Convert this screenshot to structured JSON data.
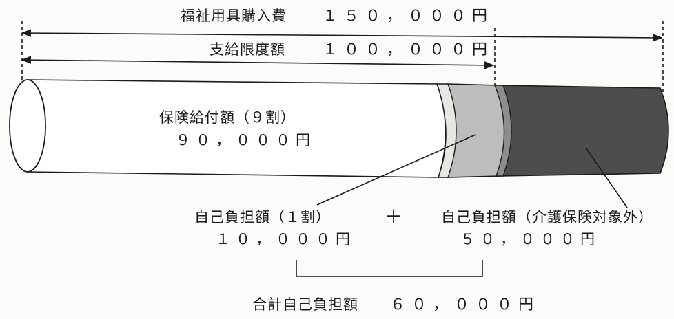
{
  "labels": {
    "purchase_cost": {
      "name": "福祉用具購入費",
      "amount": "１５０，０００円"
    },
    "limit": {
      "name": "支給限度額",
      "amount": "１００，０００円"
    },
    "insurance_benefit": {
      "name": "保険給付額（９割）",
      "amount": "９０，０００円"
    },
    "copay_one_tenth": {
      "name": "自己負担額（１割）",
      "amount": "１０，０００円"
    },
    "plus": "＋",
    "copay_not_covered": {
      "name": "自己負担額（介護保険対象外）",
      "amount": "５０，０００円"
    },
    "total_copay": {
      "name": "合計自己負担額",
      "amount": "６０，０００円"
    }
  },
  "colors": {
    "line": "#1b1b1b",
    "benefit_segment": "#ffffff",
    "copay_segment": "#bdbdbd",
    "excluded_segment": "#4d4d4d",
    "background": "#fbfbf9"
  }
}
